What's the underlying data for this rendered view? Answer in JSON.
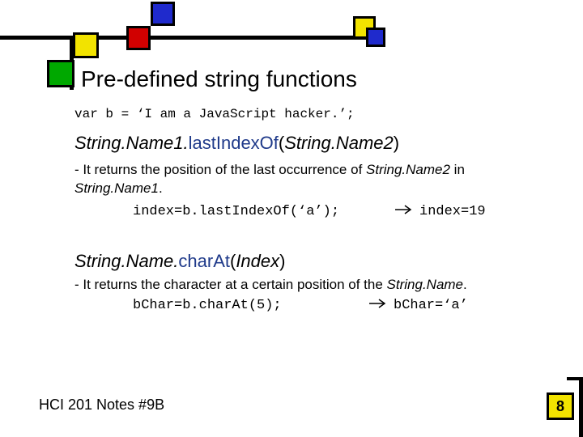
{
  "slide": {
    "title": "Pre-defined string functions",
    "code_line": "var b = ‘I am a JavaScript hacker.’;",
    "f1": {
      "obj": "String.Name1.",
      "method": "lastIndexOf",
      "lp": "(",
      "arg": "String.Name2",
      "rp": ")",
      "desc_prefix": "- It returns the position of the last occurrence of ",
      "desc_ref": "String.Name2",
      "desc_mid": " in",
      "desc_ref2": "String.Name1",
      "desc_end": ".",
      "example_code": "index=b.lastIndexOf(‘a’);",
      "result": "index=19"
    },
    "f2": {
      "obj": "String.Name.",
      "method": "charAt",
      "lp": "(",
      "arg": "Index",
      "rp": ")",
      "desc_prefix": "- It returns the character at a certain position of the ",
      "desc_ref": "String.Name",
      "desc_end": ".",
      "example_code": "bChar=b.charAt(5);",
      "result": "bChar=‘a’"
    },
    "footer": "HCI 201 Notes #9B",
    "page": "8"
  },
  "colors": {
    "yellow": "#f2e300",
    "red": "#d10000",
    "blue": "#1f2acc",
    "green": "#00a800",
    "method_blue": "#1f3a8a"
  }
}
